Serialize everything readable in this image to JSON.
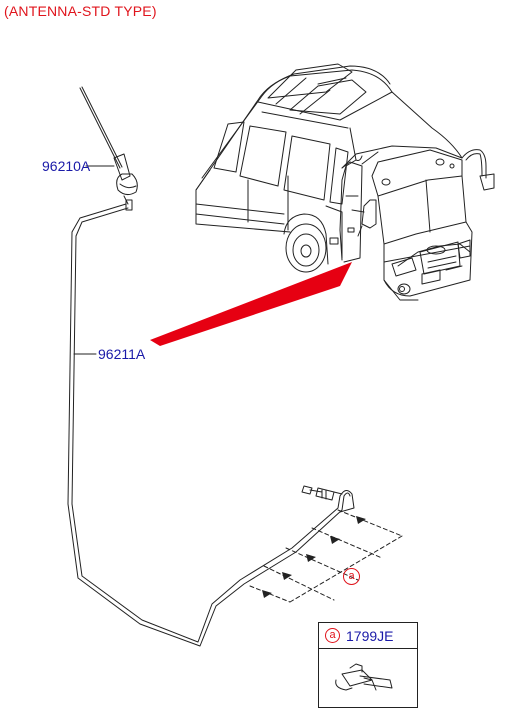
{
  "title": "(ANTENNA-STD TYPE)",
  "parts": {
    "antenna": "96210A",
    "cable": "96211A"
  },
  "callout": {
    "symbol": "a"
  },
  "legend": {
    "symbol": "a",
    "code": "1799JE"
  },
  "colors": {
    "title_red": "#e0141c",
    "part_blue": "#1a1aa8",
    "indicator_red": "#e60012",
    "line": "#222222"
  }
}
